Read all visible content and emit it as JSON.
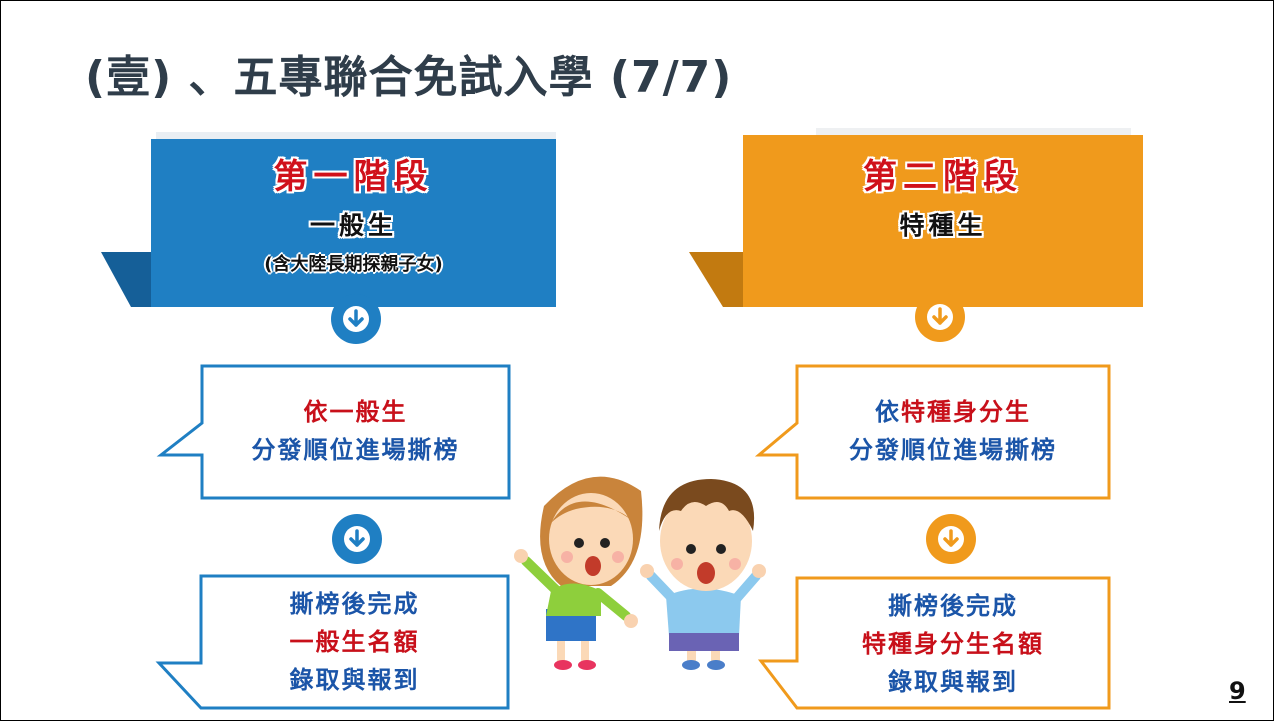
{
  "title": "(壹) 、五專聯合免試入學 (7/7)",
  "page_number": "9",
  "colors": {
    "blue": "#1f7fc3",
    "orange": "#f09a1c",
    "red_text": "#c8101a",
    "blue_text": "#1b55a8"
  },
  "left": {
    "stage": "第一階段",
    "group": "一般生",
    "note": "(含大陸長期探親子女)",
    "box1": {
      "line1": "依一般生",
      "line2": "分發順位進場撕榜"
    },
    "box2": {
      "line1": "撕榜後完成",
      "line2": "一般生名額",
      "line3": "錄取與報到"
    }
  },
  "right": {
    "stage": "第二階段",
    "group": "特種生",
    "box1": {
      "line1": "依特種身分生",
      "line2": "分發順位進場撕榜"
    },
    "box2": {
      "line1": "撕榜後完成",
      "line2": "特種身分生名額",
      "line3": "錄取與報到"
    }
  },
  "icons": {
    "arrow": "arrow-down-circle-icon"
  }
}
